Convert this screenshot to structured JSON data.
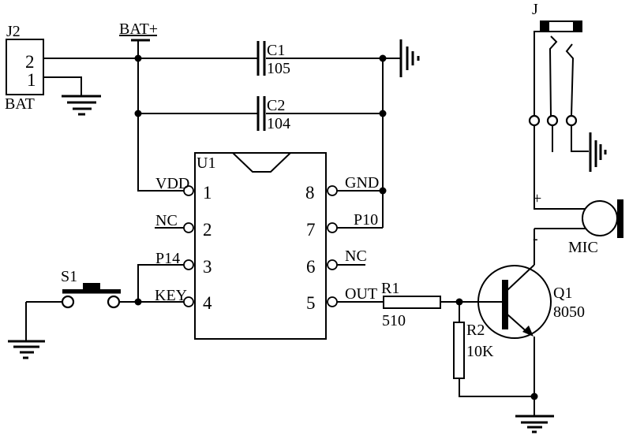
{
  "schematic": {
    "background": "#ffffff",
    "line_color": "#000000",
    "net_labels": {
      "bat_plus": "BAT+"
    },
    "components": {
      "j2": {
        "ref": "J2",
        "name": "BAT",
        "pin_top": "2",
        "pin_bottom": "1"
      },
      "c1": {
        "ref": "C1",
        "value": "105"
      },
      "c2": {
        "ref": "C2",
        "value": "104"
      },
      "u1": {
        "ref": "U1",
        "left_pins": [
          {
            "num": "1",
            "name": "VDD"
          },
          {
            "num": "2",
            "name": "NC"
          },
          {
            "num": "3",
            "name": "P14"
          },
          {
            "num": "4",
            "name": "KEY"
          }
        ],
        "right_pins": [
          {
            "num": "8",
            "name": "GND"
          },
          {
            "num": "7",
            "name": "P10"
          },
          {
            "num": "6",
            "name": "NC"
          },
          {
            "num": "5",
            "name": "OUT"
          }
        ]
      },
      "s1": {
        "ref": "S1"
      },
      "r1": {
        "ref": "R1",
        "value": "510"
      },
      "r2": {
        "ref": "R2",
        "value": "10K"
      },
      "q1": {
        "ref": "Q1",
        "value": "8050"
      },
      "mic": {
        "ref": "MIC",
        "polarity_plus": "+",
        "polarity_minus": "-"
      },
      "j": {
        "ref": "J"
      }
    }
  }
}
